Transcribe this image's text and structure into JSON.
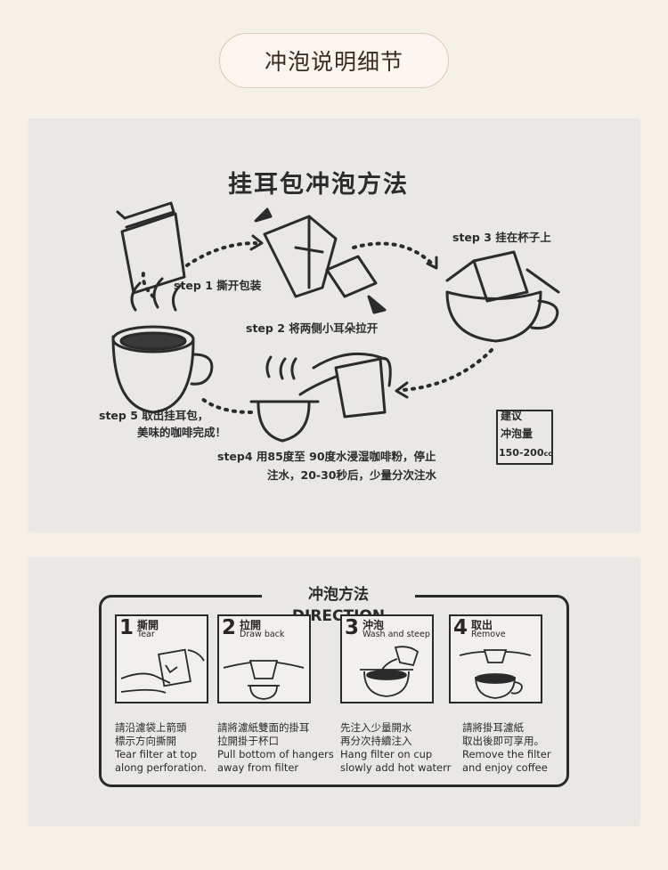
{
  "header": {
    "title": "冲泡说明细节"
  },
  "panel1": {
    "title": "挂耳包冲泡方法",
    "steps": {
      "s1": "step 1  撕开包装",
      "s2": "step 2  将两侧小耳朵拉开",
      "s3": "step 3  挂在杯子上",
      "s4_line1": "step4  用85度至 90度水浸湿咖啡粉，停止",
      "s4_line2": "注水，20-30秒后，少量分次注水",
      "s5_line1": "step 5 取出挂耳包，",
      "s5_line2": "美味的咖啡完成！"
    },
    "recommend": {
      "line1": "建议",
      "line2": "冲泡量",
      "amount": "150-200",
      "unit": "cc"
    }
  },
  "panel2": {
    "title": "冲泡方法DIRECTION",
    "steps": [
      {
        "num": "1",
        "zh": "撕開",
        "en": "Tear",
        "desc": [
          "請沿濾袋上箭頭",
          "標示方向撕開",
          "Tear filter at top",
          "along perforation."
        ]
      },
      {
        "num": "2",
        "zh": "拉開",
        "en": "Draw back",
        "desc": [
          "請將濾紙雙面的掛耳",
          "拉開掛于杯口",
          "Pull bottom of hangers",
          "away from filter"
        ]
      },
      {
        "num": "3",
        "zh": "沖泡",
        "en": "Wash and steep",
        "desc": [
          "先注入少量開水",
          "再分次持續注入",
          "Hang filter on cup",
          "slowly add hot waterr"
        ]
      },
      {
        "num": "4",
        "zh": "取出",
        "en": "Remove",
        "desc": [
          "請將掛耳濾紙",
          "取出後即可享用。",
          "Remove the filter",
          "and enjoy coffee"
        ]
      }
    ]
  }
}
